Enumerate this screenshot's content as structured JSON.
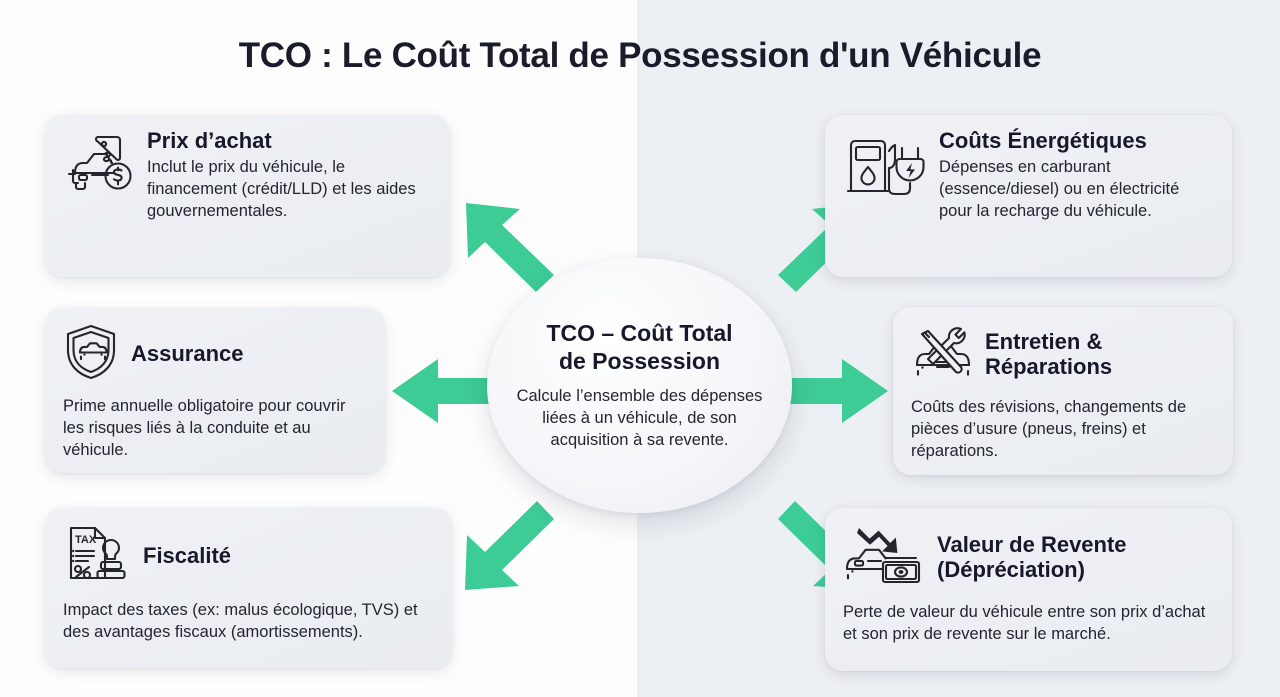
{
  "page": {
    "title": "TCO : Le Coût Total de Possession d'un Véhicule",
    "accent_color": "#3dcb96",
    "background_left": "#fdfdfd",
    "background_right": "#eceff3",
    "text_color": "#17192a"
  },
  "center": {
    "title": "TCO – Coût Total de Possession",
    "title_line1": "TCO – Coût Total",
    "title_line2": "de Possession",
    "body": "Calcule l’ensemble des dépenses liées à un véhicule, de son acquisition à sa revente."
  },
  "cards": [
    {
      "id": "prix",
      "side": "left",
      "icon": "car-price-tag-icon",
      "title": "Prix d’achat",
      "body": "Inclut le prix du véhicule, le financement (crédit/LLD) et les aides gouvernementales."
    },
    {
      "id": "assurance",
      "side": "left",
      "icon": "shield-car-icon",
      "title": "Assurance",
      "body": "Prime annuelle obligatoire pour couvrir les risques liés à la conduite et au véhicule."
    },
    {
      "id": "fiscalite",
      "side": "left",
      "icon": "tax-document-stamp-icon",
      "title": "Fiscalité",
      "body": "Impact des taxes (ex: malus écologique, TVS) et des avantages fiscaux (amortissements)."
    },
    {
      "id": "energie",
      "side": "right",
      "icon": "fuel-pump-plug-icon",
      "title": "Coûts Énergétiques",
      "body": "Dépenses en carburant (essence/diesel) ou en électricité pour la recharge du véhicule."
    },
    {
      "id": "entretien",
      "side": "right",
      "icon": "wrench-screwdriver-car-icon",
      "title": "Entretien & Réparations",
      "title_line1": "Entretien &",
      "title_line2": "Réparations",
      "body": "Coûts des révisions, changements de pièces d’usure (pneus, freins) et réparations."
    },
    {
      "id": "revente",
      "side": "right",
      "icon": "car-money-down-arrow-icon",
      "title": "Valeur de Revente (Dépréciation)",
      "title_line1": "Valeur de Revente",
      "title_line2": "(Dépréciation)",
      "body": "Perte de valeur du véhicule entre son prix d’achat et son prix de revente sur le marché."
    }
  ],
  "arrows": [
    {
      "id": "arrow-up-left",
      "direction": "up-left",
      "target": "prix"
    },
    {
      "id": "arrow-left",
      "direction": "left",
      "target": "assurance"
    },
    {
      "id": "arrow-down-left",
      "direction": "down-left",
      "target": "fiscalite"
    },
    {
      "id": "arrow-up-right",
      "direction": "up-right",
      "target": "energie"
    },
    {
      "id": "arrow-right",
      "direction": "right",
      "target": "entretien"
    },
    {
      "id": "arrow-down-right",
      "direction": "down-right",
      "target": "revente"
    }
  ]
}
